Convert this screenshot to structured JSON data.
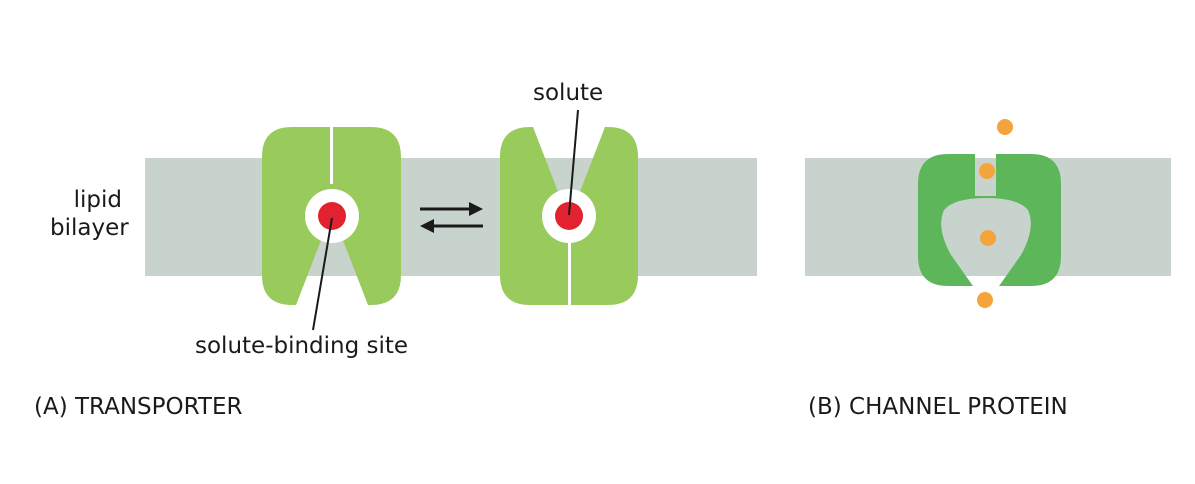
{
  "labels": {
    "lipid_bilayer_line1": "lipid",
    "lipid_bilayer_line2": "bilayer",
    "solute": "solute",
    "solute_binding_site": "solute-binding site"
  },
  "captions": {
    "transporter": "(A) TRANSPORTER",
    "channel_protein": "(B) CHANNEL PROTEIN"
  },
  "colors": {
    "bilayer": "#c9d3cd",
    "transporter_green": "#98ca5c",
    "channel_green": "#5db75a",
    "solute_red": "#e2232f",
    "solute_orange": "#f5a33b",
    "text": "#1a1a1a"
  }
}
